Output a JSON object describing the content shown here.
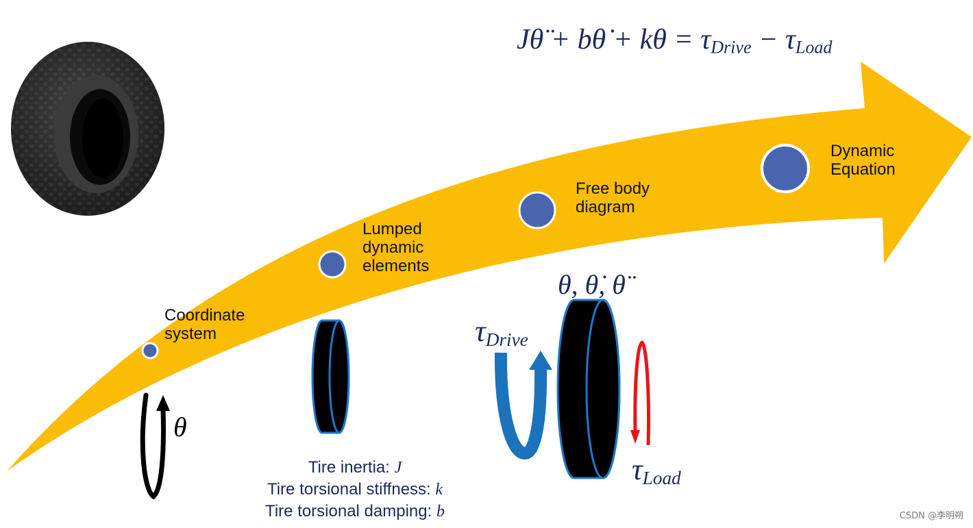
{
  "equation": {
    "lhs": "Jθ̈ + bθ̇ + kθ = ",
    "tau_symbol": "τ",
    "drive_sub": "Drive",
    "minus": " − ",
    "load_sub": "Load"
  },
  "stages": [
    {
      "label": "Coordinate\nsystem"
    },
    {
      "label": "Lumped\ndynamic\nelements"
    },
    {
      "label": "Free body\ndiagram"
    },
    {
      "label": "Dynamic\nEquation"
    }
  ],
  "theta_label": "θ",
  "state_label": "θ, θ̇, θ̈",
  "tau_drive": {
    "symbol": "τ",
    "sub": "Drive"
  },
  "tau_load": {
    "symbol": "τ",
    "sub": "Load"
  },
  "parameters": [
    {
      "text": "Tire inertia: ",
      "symbol": "J"
    },
    {
      "text": "Tire torsional stiffness: ",
      "symbol": "k"
    },
    {
      "text": "Tire torsional damping: ",
      "symbol": "b"
    }
  ],
  "watermark": "CSDN @李明朔",
  "colors": {
    "arrow": "#fbbc05",
    "stage_dot": "#4a65b0",
    "tire_fill": "#000000",
    "tire_outline": "#1f78c8",
    "drive_arrow": "#1a73bb",
    "load_arrow": "#e8161b",
    "math_text": "#1b2a5a"
  },
  "icons": [
    "tire-photo-icon",
    "rotation-arrow-icon",
    "tire-disc-icon",
    "drive-torque-arrow-icon",
    "load-torque-arrow-icon"
  ]
}
